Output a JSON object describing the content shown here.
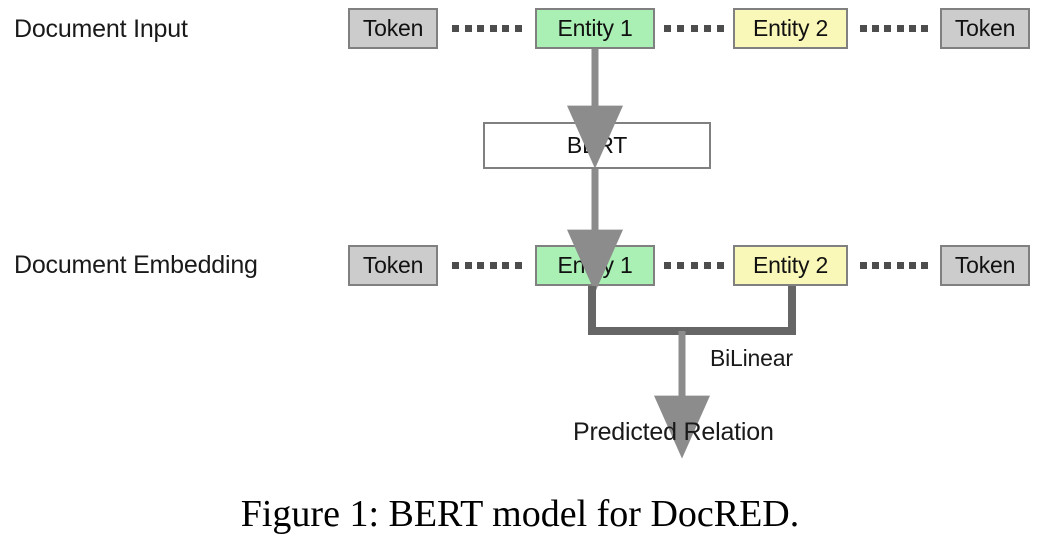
{
  "figure": {
    "caption": "Figure 1: BERT model for DocRED.",
    "rows": [
      {
        "label": "Document Input",
        "nodes": [
          {
            "text": "Token",
            "kind": "token"
          },
          {
            "text": "Entity 1",
            "kind": "entity1"
          },
          {
            "text": "Entity 2",
            "kind": "entity2"
          },
          {
            "text": "Token",
            "kind": "token"
          }
        ]
      },
      {
        "label": "Document Embedding",
        "nodes": [
          {
            "text": "Token",
            "kind": "token"
          },
          {
            "text": "Entity 1",
            "kind": "entity1"
          },
          {
            "text": "Entity 2",
            "kind": "entity2"
          },
          {
            "text": "Token",
            "kind": "token"
          }
        ]
      }
    ],
    "model_box": {
      "text": "BERT"
    },
    "edge_labels": {
      "bilinear": "BiLinear"
    },
    "output": {
      "text": "Predicted Relation"
    },
    "ellipsis_dot_counts": {
      "group_a": 6,
      "group_b": 5,
      "group_c": 6
    },
    "colors": {
      "token_fill": "#cccccc",
      "entity1_fill": "#aaf0b4",
      "entity2_fill": "#faf8b8",
      "box_stroke": "#808080",
      "arrow": "#8c8c8c",
      "bracket": "#666666",
      "dot": "#4d4d4d",
      "text": "#1a1a1a",
      "background": "#ffffff"
    }
  }
}
